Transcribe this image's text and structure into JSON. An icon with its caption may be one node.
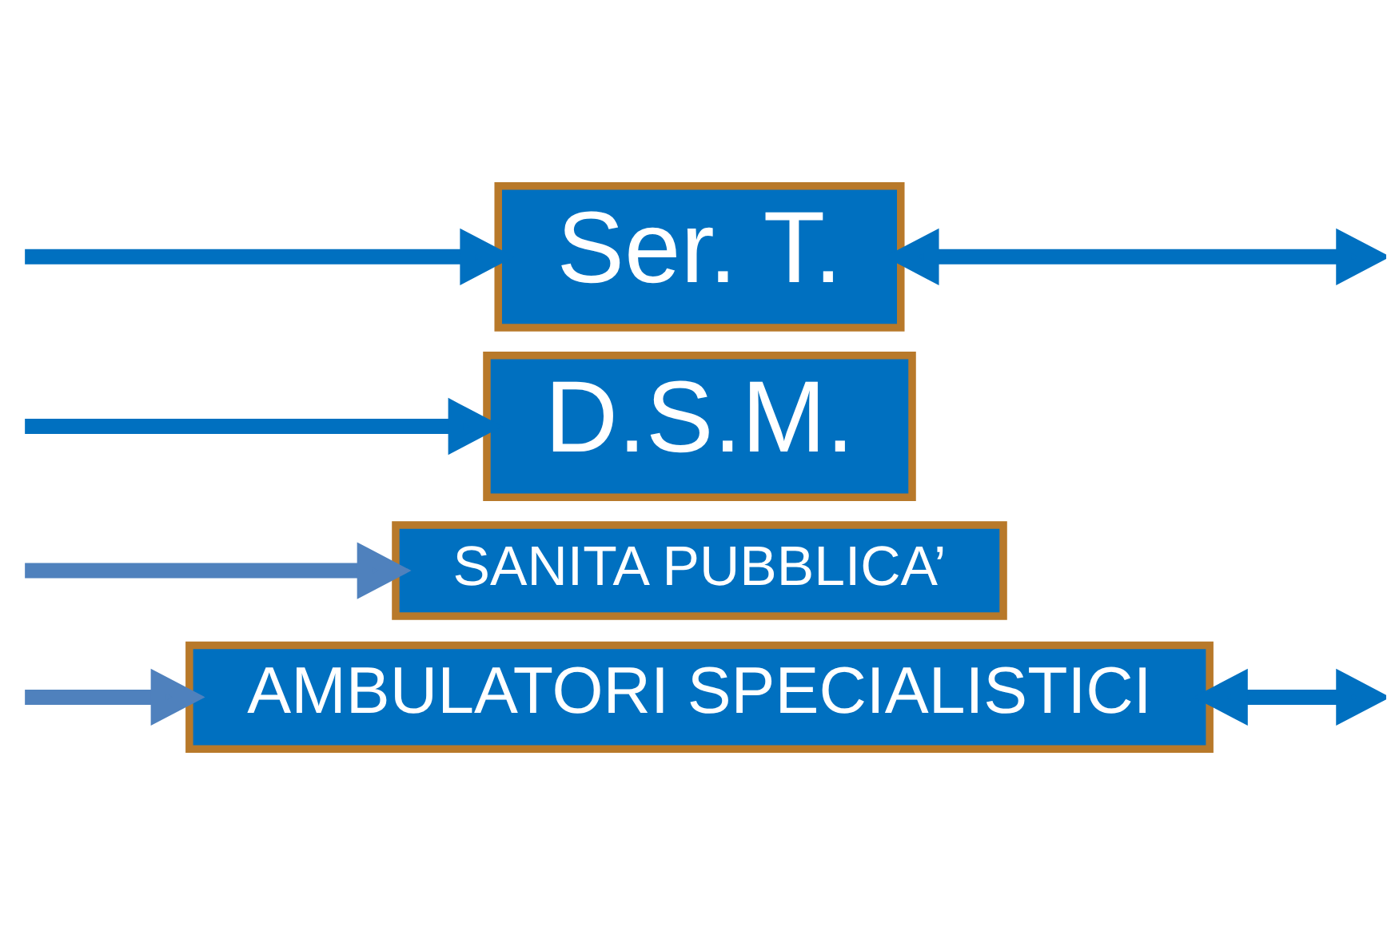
{
  "diagram": {
    "nodes": [
      {
        "text": [
          "Ser. T."
        ]
      },
      {
        "text": [
          "D.S.M."
        ]
      },
      {
        "text": [
          "SANITA PUBBLICA’"
        ]
      },
      {
        "text": [
          "AMBULATORI SPECIALISTICI"
        ]
      }
    ],
    "edges": [
      {
        "from": null,
        "to": 0,
        "arrow": "to"
      },
      {
        "from": null,
        "to": 1,
        "arrow": "to"
      },
      {
        "from": null,
        "to": 2,
        "arrow": "to",
        "color": "#4f81bd"
      },
      {
        "from": null,
        "to": 3,
        "arrow": "to",
        "color": "#4f81bd"
      },
      {
        "from": null,
        "to": 0,
        "arrow": "both"
      },
      {
        "from": null,
        "to": 3,
        "arrow": "both"
      }
    ]
  }
}
